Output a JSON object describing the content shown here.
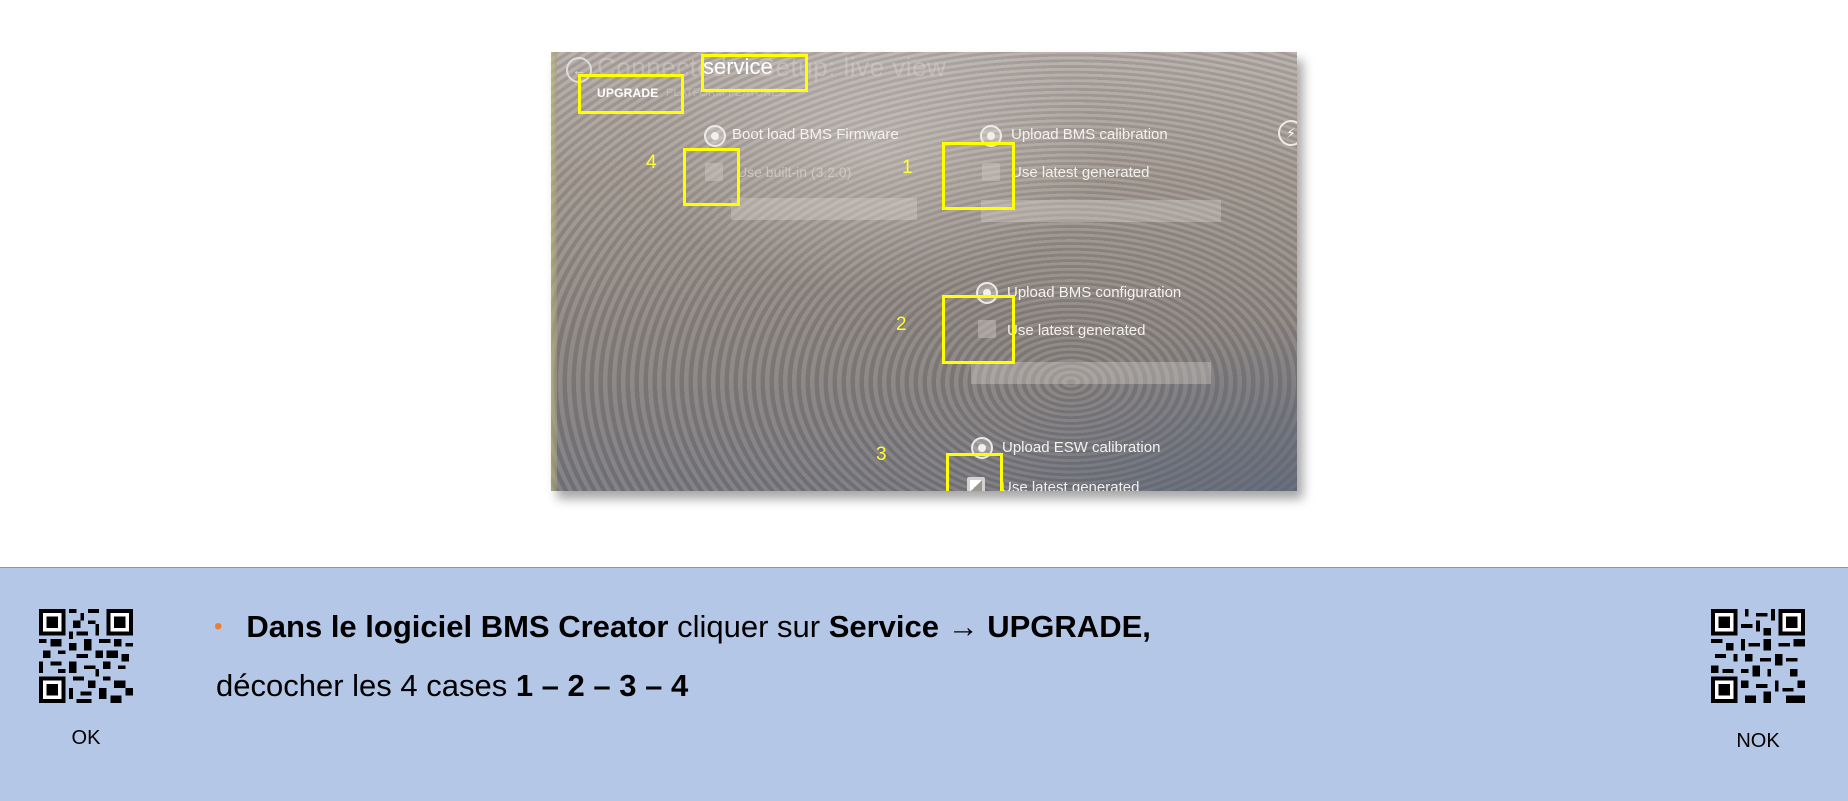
{
  "screen": {
    "title": "Connected – Setup: live view",
    "tab_service": "service",
    "tab_upgrade": "UPGRADE",
    "tab_platform": "PLATFORM FEATURES",
    "sections": {
      "bootload": {
        "title": "Boot load BMS Firmware",
        "option": "Use built-in (3.2.0)"
      },
      "bms_calibration": {
        "title": "Upload BMS calibration",
        "option": "Use latest generated"
      },
      "bms_configuration": {
        "title": "Upload BMS configuration",
        "option": "Use latest generated"
      },
      "esw_calibration": {
        "title": "Upload ESW calibration",
        "option": "Use latest generated"
      }
    },
    "markers": {
      "m1": "1",
      "m2": "2",
      "m3": "3",
      "m4": "4"
    }
  },
  "instruction": {
    "bullet": "•",
    "bold1": "Dans le logiciel BMS Creator",
    "text1": " cliquer sur ",
    "bold2": "Service → UPGRADE,",
    "text2": "décocher les 4 cases ",
    "bold3": "1 – 2 – 3 – 4"
  },
  "qr_left": {
    "caption": "OK"
  },
  "qr_right": {
    "caption": "NOK"
  },
  "colors": {
    "highlight": "#ffff00",
    "band": "#b4c7e7",
    "bullet": "#ed7d31"
  }
}
